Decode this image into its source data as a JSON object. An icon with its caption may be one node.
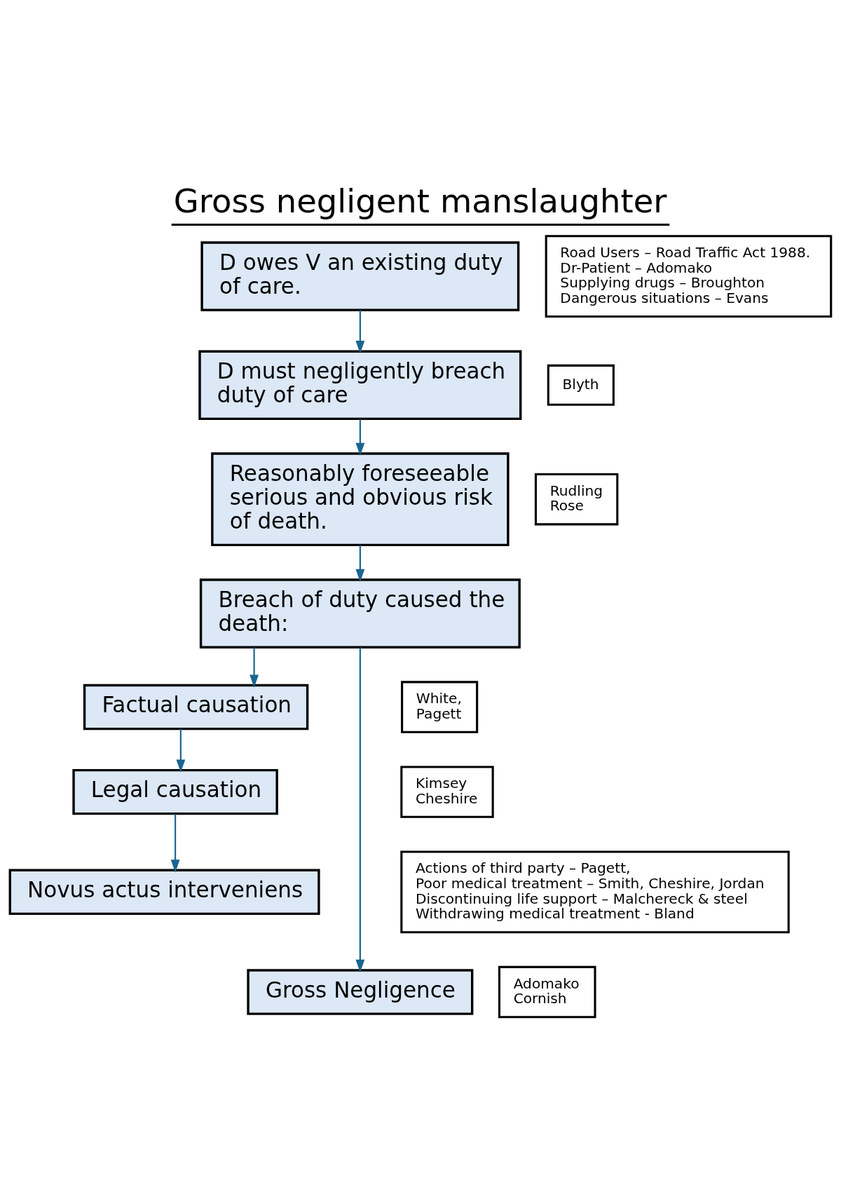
{
  "diagram": {
    "title": "Gross negligent manslaughter",
    "nodes": [
      {
        "text": [
          "D owes V an existing duty of care."
        ]
      },
      {
        "text": [
          "Road Users – Road Traffic Act 1988.",
          "Dr-Patient – Adomako",
          "Supplying drugs – Broughton",
          "Dangerous situations – Evans"
        ]
      },
      {
        "text": [
          "D must negligently breach duty of care"
        ]
      },
      {
        "text": [
          "Blyth"
        ]
      },
      {
        "text": [
          "Reasonably foreseeable serious and obvious risk of death."
        ]
      },
      {
        "text": [
          "Rudling",
          "Rose"
        ]
      },
      {
        "text": [
          "Breach of duty caused the death:"
        ]
      },
      {
        "text": [
          "Factual causation"
        ]
      },
      {
        "text": [
          "White,",
          "Pagett"
        ]
      },
      {
        "text": [
          "Legal causation"
        ]
      },
      {
        "text": [
          "Kimsey",
          "Cheshire"
        ]
      },
      {
        "text": [
          "Novus actus interveniens"
        ]
      },
      {
        "text": [
          "Actions of third party – Pagett,",
          "Poor medical treatment – Smith, Cheshire, Jordan",
          "Discontinuing life support – Malchereck & steel",
          "Withdrawing medical treatment - Bland"
        ]
      },
      {
        "text": [
          "Gross Negligence"
        ]
      },
      {
        "text": [
          "Adomako",
          "Cornish"
        ]
      }
    ],
    "edges": [
      {
        "from": 0,
        "to": 2,
        "arrow": "to"
      },
      {
        "from": 2,
        "to": 4,
        "arrow": "to"
      },
      {
        "from": 4,
        "to": 6,
        "arrow": "to"
      },
      {
        "from": 6,
        "to": 13,
        "arrow": "to"
      },
      {
        "from": 6,
        "to": 7,
        "arrow": "to"
      },
      {
        "from": 7,
        "to": 9,
        "arrow": "to"
      },
      {
        "from": 9,
        "to": 11,
        "arrow": "to"
      }
    ]
  }
}
